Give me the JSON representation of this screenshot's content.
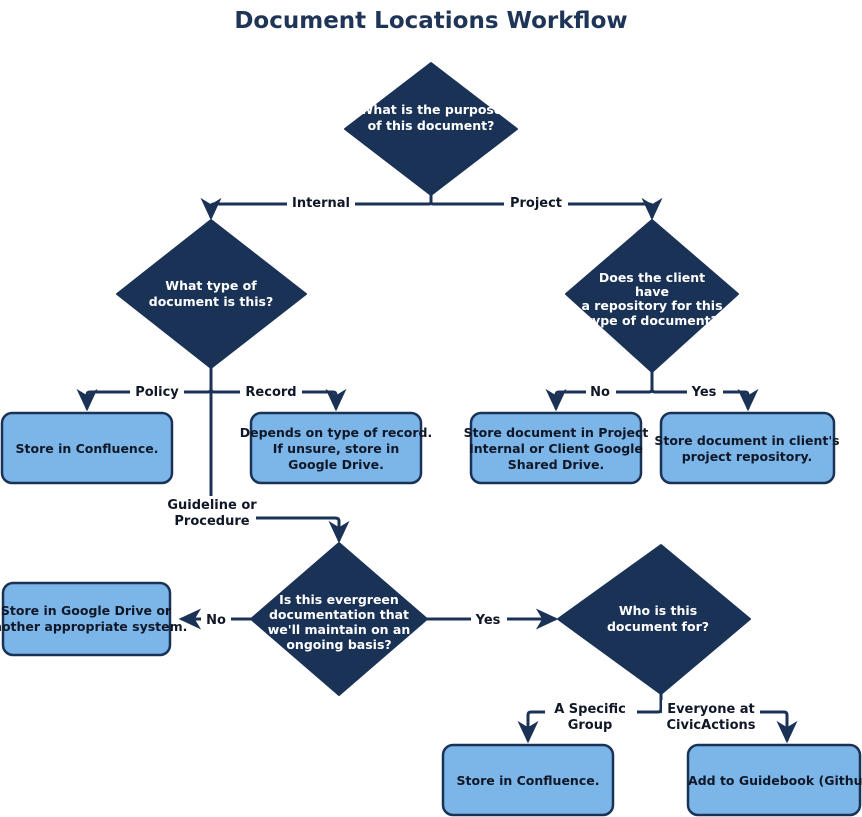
{
  "title": "Document Locations Workflow",
  "colors": {
    "decision_fill": "#1b3257",
    "decision_text": "#ffffff",
    "action_fill": "#7cb5e8",
    "action_border": "#1b3257",
    "action_text": "#101827",
    "edge": "#1b3257",
    "title": "#1f3557",
    "background": "#ffffff"
  },
  "nodes": {
    "purpose": {
      "type": "decision",
      "lines": [
        "What is the purpose",
        "of this document?"
      ]
    },
    "doc_type": {
      "type": "decision",
      "lines": [
        "What type of",
        "document is this?"
      ]
    },
    "client_repo": {
      "type": "decision",
      "lines": [
        "Does the client",
        "have",
        "a repository for this",
        "type of document?"
      ]
    },
    "policy_result": {
      "type": "action",
      "lines": [
        "Store in Confluence."
      ]
    },
    "record_result": {
      "type": "action",
      "lines": [
        "Depends on type of record.",
        "If unsure, store in",
        "Google Drive."
      ]
    },
    "no_repo_result": {
      "type": "action",
      "lines": [
        "Store document in Project",
        "Internal or Client Google",
        "Shared Drive."
      ]
    },
    "yes_repo_result": {
      "type": "action",
      "lines": [
        "Store document in client's",
        "project repository."
      ]
    },
    "evergreen": {
      "type": "decision",
      "lines": [
        "Is this evergreen",
        "documentation that",
        "we'll maintain on an",
        "ongoing basis?"
      ]
    },
    "not_evergreen_result": {
      "type": "action",
      "lines": [
        "Store in Google Drive or",
        "another appropriate system."
      ]
    },
    "audience": {
      "type": "decision",
      "lines": [
        "Who is this",
        "document for?"
      ]
    },
    "group_result": {
      "type": "action",
      "lines": [
        "Store in Confluence."
      ]
    },
    "everyone_result": {
      "type": "action",
      "lines": [
        "Add to Guidebook (Github)."
      ]
    }
  },
  "edges": [
    {
      "from": "purpose",
      "to": "doc_type",
      "label_lines": [
        "Internal"
      ]
    },
    {
      "from": "purpose",
      "to": "client_repo",
      "label_lines": [
        "Project"
      ]
    },
    {
      "from": "doc_type",
      "to": "policy_result",
      "label_lines": [
        "Policy"
      ]
    },
    {
      "from": "doc_type",
      "to": "record_result",
      "label_lines": [
        "Record"
      ]
    },
    {
      "from": "doc_type",
      "to": "evergreen",
      "label_lines": [
        "Guideline or",
        "Procedure"
      ]
    },
    {
      "from": "client_repo",
      "to": "no_repo_result",
      "label_lines": [
        "No"
      ]
    },
    {
      "from": "client_repo",
      "to": "yes_repo_result",
      "label_lines": [
        "Yes"
      ]
    },
    {
      "from": "evergreen",
      "to": "not_evergreen_result",
      "label_lines": [
        "No"
      ]
    },
    {
      "from": "evergreen",
      "to": "audience",
      "label_lines": [
        "Yes"
      ]
    },
    {
      "from": "audience",
      "to": "group_result",
      "label_lines": [
        "A Specific",
        "Group"
      ]
    },
    {
      "from": "audience",
      "to": "everyone_result",
      "label_lines": [
        "Everyone at",
        "CivicActions"
      ]
    }
  ]
}
